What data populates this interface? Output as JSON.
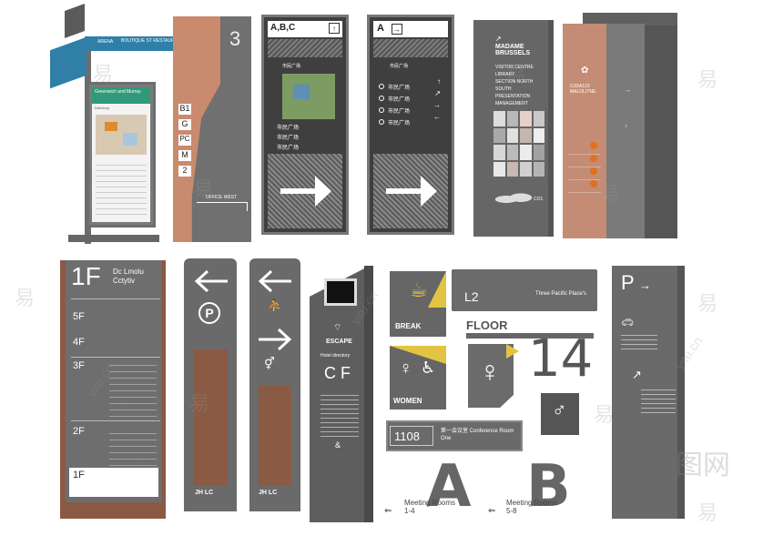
{
  "watermarks": {
    "yi": "易",
    "site": "yitu.cn",
    "brand": "图网"
  },
  "sign1": {
    "arm_text": "ARENA",
    "arm_text2": "BOUTIQUE ST RESTAURANT",
    "screen_title": "Greenwich and Murray",
    "screen_sub": "Directory"
  },
  "sign2": {
    "number": "3",
    "floors": [
      "B1",
      "G",
      "PC",
      "M",
      "2"
    ],
    "footer": "OFFICE WEST"
  },
  "sign3": {
    "header": "A,B,C",
    "subtitle": "市民广场",
    "rows": [
      "市民广场",
      "市民广场",
      "市民广场"
    ]
  },
  "sign4": {
    "header": "A",
    "subtitle": "市民广场",
    "rows": [
      "市民广场",
      "市民广场",
      "市民广场",
      "市民广场"
    ]
  },
  "sign5": {
    "title": "MADAME BRUSSELS",
    "lines": [
      "VISITOR CENTRE",
      "LIBRARY",
      "SECTION NORTH SOUTH",
      "PRESENTATION",
      "MANAGEMENT"
    ],
    "footer": "CO1"
  },
  "sign6": {
    "title": "OJDA123 MALOLITNE"
  },
  "sign7": {
    "floor": "1F",
    "subtitle1": "Dc Lmolu",
    "subtitle2": "Cctytiv",
    "levels": [
      "5F",
      "4F",
      "3F",
      "2F",
      "1F"
    ]
  },
  "sign8": {
    "footer": "JH LC"
  },
  "sign9": {
    "footer": "JH LC"
  },
  "sign10": {
    "title": "ESCAPE",
    "subtitle": "Hotel directory",
    "letters": "C F"
  },
  "small_signs": {
    "break": "BREAK",
    "women": "WOMEN",
    "room_number": "1108",
    "room_name": "第一会议室 Conference Room One",
    "l2": "L2",
    "l2_text": "Three Pacific Place's",
    "floor_label": "FLOOR",
    "big_number": "14",
    "letter_a": "A",
    "letter_b": "B",
    "meeting_a": "Meeting Rooms 1-4",
    "meeting_b": "Meeting Rooms 5-8"
  },
  "sign_parking": {
    "letter": "P"
  }
}
